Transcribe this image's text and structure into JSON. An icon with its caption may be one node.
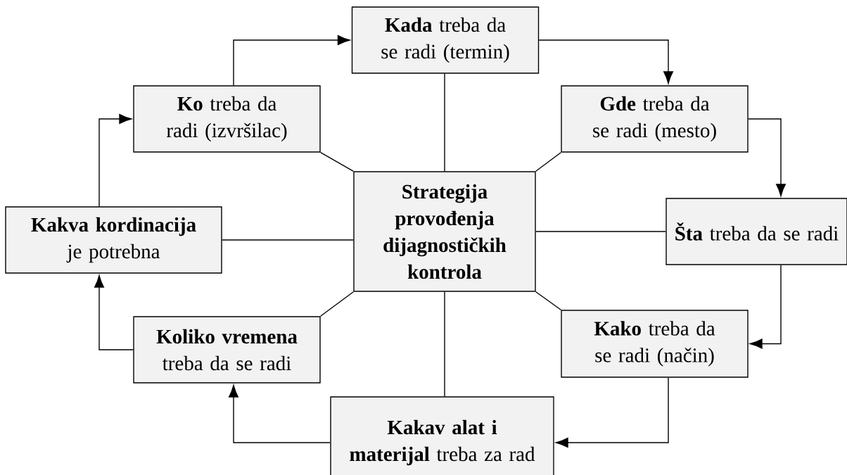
{
  "diagram": {
    "nodes": [
      {
        "text": [
          "**Kada** treba da se radi (termin)"
        ]
      },
      {
        "text": [
          "**Ko** treba da radi (izvršilac)"
        ]
      },
      {
        "text": [
          "**Gde** treba da se radi (mesto)"
        ]
      },
      {
        "text": [
          "Strategija provođenja dijagnostičkih kontrola"
        ]
      },
      {
        "text": [
          "**Šta** treba da se radi"
        ]
      },
      {
        "text": [
          "**Kakva kordinacija** je potrebna"
        ]
      },
      {
        "text": [
          "**Koliko vremena** treba da se radi"
        ]
      },
      {
        "text": [
          "**Kako** treba da se radi (način)"
        ]
      },
      {
        "text": [
          "**Kakav alat i materijal** treba za rad"
        ]
      }
    ],
    "edges": [
      {
        "from": 1,
        "to": 0,
        "arrow": "to"
      },
      {
        "from": 0,
        "to": 2,
        "arrow": "to"
      },
      {
        "from": 2,
        "to": 4,
        "arrow": "to"
      },
      {
        "from": 4,
        "to": 7,
        "arrow": "to"
      },
      {
        "from": 7,
        "to": 8,
        "arrow": "to"
      },
      {
        "from": 8,
        "to": 6,
        "arrow": "to"
      },
      {
        "from": 6,
        "to": 5,
        "arrow": "to"
      },
      {
        "from": 5,
        "to": 1,
        "arrow": "to"
      },
      {
        "from": 3,
        "to": 0,
        "arrow": "none"
      },
      {
        "from": 3,
        "to": 1,
        "arrow": "none"
      },
      {
        "from": 3,
        "to": 2,
        "arrow": "none"
      },
      {
        "from": 3,
        "to": 4,
        "arrow": "none"
      },
      {
        "from": 3,
        "to": 5,
        "arrow": "none"
      },
      {
        "from": 3,
        "to": 6,
        "arrow": "none"
      },
      {
        "from": 3,
        "to": 7,
        "arrow": "none"
      },
      {
        "from": 3,
        "to": 8,
        "arrow": "none"
      }
    ]
  }
}
